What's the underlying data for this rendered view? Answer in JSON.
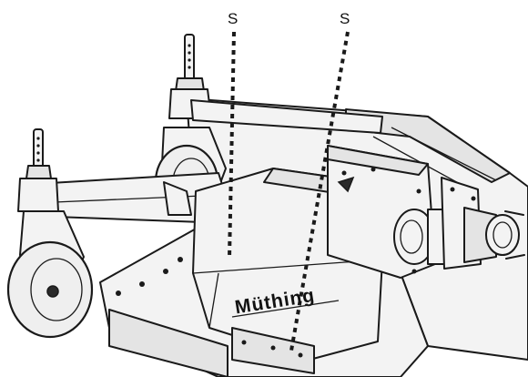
{
  "labels": {
    "left_marker": "S",
    "right_marker": "S"
  },
  "brand_text": "Müthing",
  "colors": {
    "line": "#1a1a1a",
    "surface": "#f3f3f3",
    "shade": "#e4e4e4",
    "background": "#ffffff"
  }
}
